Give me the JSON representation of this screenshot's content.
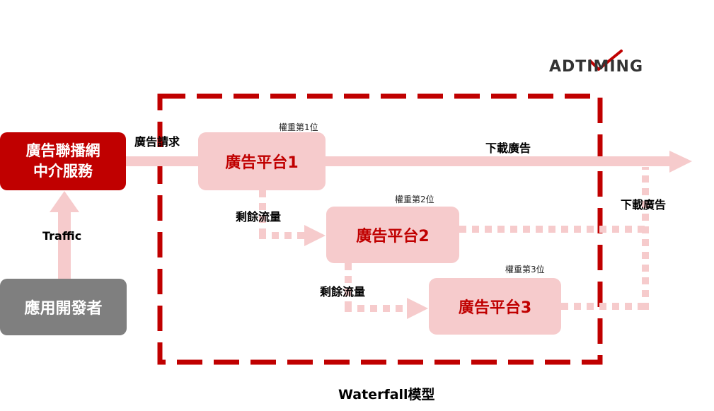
{
  "logo": {
    "text": "ADTIMING",
    "accent_color": "#c00000"
  },
  "nodes": {
    "mediation": "廣告聯播網\n中介服務",
    "developer": "應用開發者",
    "platform1": "廣告平台1",
    "platform2": "廣告平台2",
    "platform3": "廣告平台3"
  },
  "weights": {
    "platform1": "權重第1位",
    "platform2": "權重第2位",
    "platform3": "權重第3位"
  },
  "labels": {
    "traffic": "Traffic",
    "ad_request": "廣告請求",
    "remaining_traffic_1": "剩餘流量",
    "remaining_traffic_2": "剩餘流量",
    "download_ad_top": "下載廣告",
    "download_ad_right": "下載廣告",
    "model_title": "Waterfall模型"
  },
  "colors": {
    "brand_red": "#c00000",
    "platform_fill": "#f6cbcc",
    "arrow_pink": "#f6cbcc",
    "developer_gray": "#7f7f7f"
  }
}
